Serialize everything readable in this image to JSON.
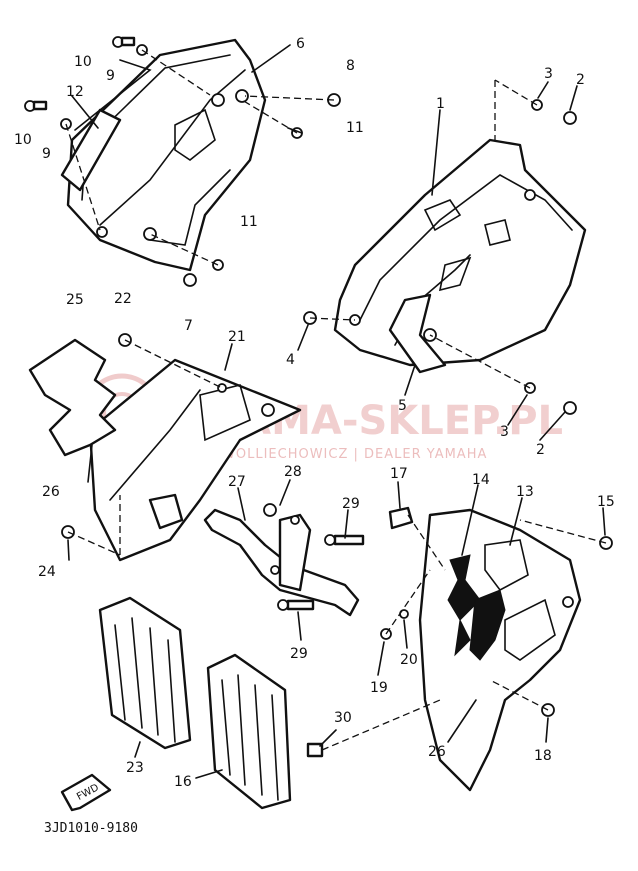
{
  "diagram": {
    "code": "3JD1010-9180",
    "fwd": "FWD",
    "watermark": {
      "brand": "YAMA-SKLEP.PL",
      "dealer": "WOLLIECHOWICZ | DEALER YAMAHA"
    },
    "callouts": [
      {
        "id": "c10a",
        "n": "10"
      },
      {
        "id": "c9a",
        "n": "9"
      },
      {
        "id": "c6",
        "n": "6"
      },
      {
        "id": "c8",
        "n": "8"
      },
      {
        "id": "c12",
        "n": "12"
      },
      {
        "id": "c10b",
        "n": "10"
      },
      {
        "id": "c9b",
        "n": "9"
      },
      {
        "id": "c11a",
        "n": "11"
      },
      {
        "id": "c11b",
        "n": "11"
      },
      {
        "id": "c7",
        "n": "7"
      },
      {
        "id": "c3a",
        "n": "3"
      },
      {
        "id": "c2a",
        "n": "2"
      },
      {
        "id": "c1",
        "n": "1"
      },
      {
        "id": "c4",
        "n": "4"
      },
      {
        "id": "c5",
        "n": "5"
      },
      {
        "id": "c3b",
        "n": "3"
      },
      {
        "id": "c2b",
        "n": "2"
      },
      {
        "id": "c25",
        "n": "25"
      },
      {
        "id": "c22",
        "n": "22"
      },
      {
        "id": "c21",
        "n": "21"
      },
      {
        "id": "c26a",
        "n": "26"
      },
      {
        "id": "c24",
        "n": "24"
      },
      {
        "id": "c27",
        "n": "27"
      },
      {
        "id": "c28",
        "n": "28"
      },
      {
        "id": "c29a",
        "n": "29"
      },
      {
        "id": "c29b",
        "n": "29"
      },
      {
        "id": "c17",
        "n": "17"
      },
      {
        "id": "c14",
        "n": "14"
      },
      {
        "id": "c13",
        "n": "13"
      },
      {
        "id": "c15",
        "n": "15"
      },
      {
        "id": "c20",
        "n": "20"
      },
      {
        "id": "c19",
        "n": "19"
      },
      {
        "id": "c26b",
        "n": "26"
      },
      {
        "id": "c18",
        "n": "18"
      },
      {
        "id": "c30",
        "n": "30"
      },
      {
        "id": "c23",
        "n": "23"
      },
      {
        "id": "c16",
        "n": "16"
      }
    ]
  }
}
